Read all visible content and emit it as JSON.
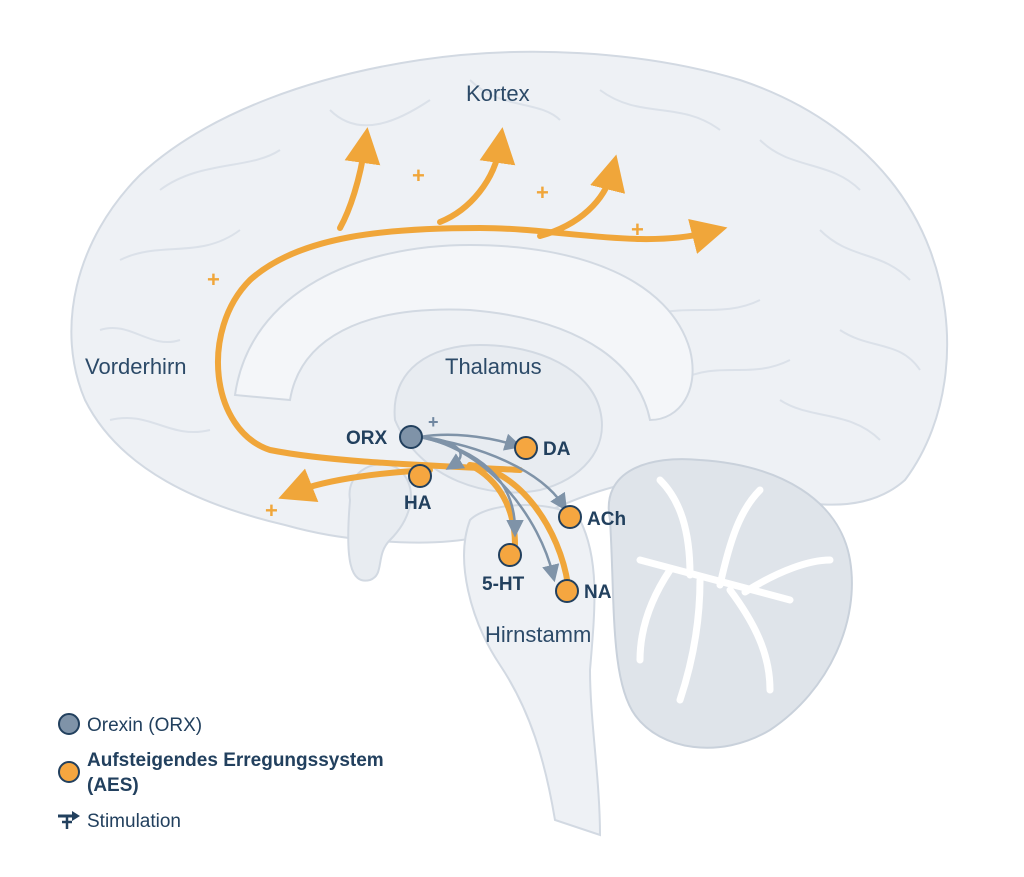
{
  "labels": {
    "kortex": "Kortex",
    "vorderhirn": "Vorderhirn",
    "thalamus": "Thalamus",
    "hirnstamm": "Hirnstamm"
  },
  "nodes": {
    "orx": "ORX",
    "da": "DA",
    "ha": "HA",
    "ach": "ACh",
    "serotonin": "5-HT",
    "na": "NA"
  },
  "signs": {
    "plus": "+"
  },
  "legend": {
    "orexin": "Orexin (ORX)",
    "aes_line1": "Aufsteigendes Erregungssystem",
    "aes_line2": "(AES)",
    "stimulation": "Stimulation"
  },
  "colors": {
    "orange": "#f0a63a",
    "node_fill": "#f5a640",
    "orexin_gray": "#7f93a8",
    "navy": "#22405e",
    "brain_fill": "#eef1f5",
    "brain_stroke": "#d2d9e2"
  }
}
